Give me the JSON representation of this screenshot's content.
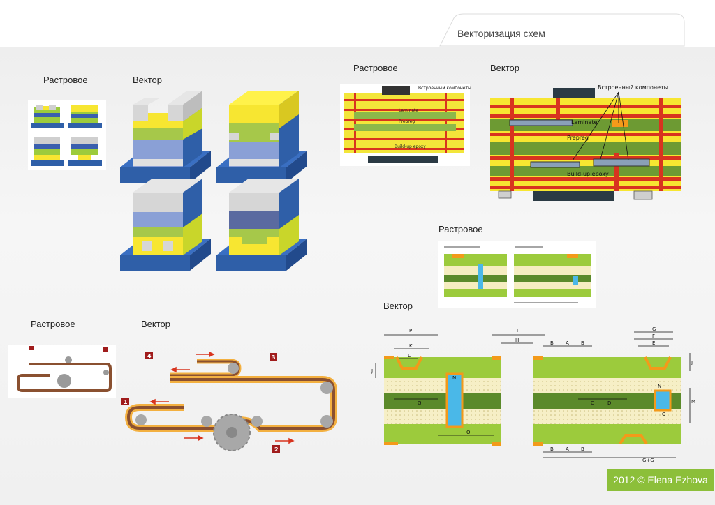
{
  "header": {
    "title": "Векторизация схем"
  },
  "sections": {
    "raster_1": "Растровое",
    "vector_1": "Вектор",
    "raster_2": "Растровое",
    "vector_2": "Вектор",
    "raster_3": "Растровое",
    "vector_3": "Вектор",
    "raster_4": "Растровое",
    "vector_4": "Вектор"
  },
  "pcb_labels": {
    "embedded": "Встроенный компонеты",
    "laminate": "Laminate",
    "prepreg": "Prepreg",
    "buildup": "Build-up epoxy"
  },
  "via_dims": {
    "p": "P",
    "k": "K",
    "l": "L",
    "j": "J",
    "n": "N",
    "g": "G",
    "o": "O",
    "i": "I",
    "h": "H",
    "b": "B",
    "a": "A",
    "e": "E",
    "f": "F",
    "c": "C",
    "d": "D",
    "m": "M",
    "gg": "G+G"
  },
  "conveyor_steps": [
    "1",
    "2",
    "3",
    "4"
  ],
  "footer": {
    "copyright": "2012 © Elena Ezhova"
  },
  "colors": {
    "accent_green": "#8cbf3a",
    "pcb_green": "#9ccb3c",
    "pcb_red": "#d8341f",
    "pcb_yellow": "#f7e631",
    "pcb_orange": "#f39a1a",
    "blue": "#2f5fa8"
  }
}
